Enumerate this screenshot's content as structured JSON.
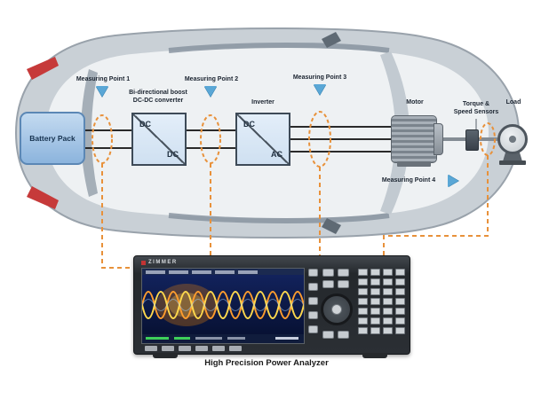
{
  "diagram": {
    "measuring_points": [
      {
        "label": "Measuring Point 1"
      },
      {
        "label": "Measuring Point 2"
      },
      {
        "label": "Measuring Point 3"
      },
      {
        "label": "Measuring Point 4"
      }
    ],
    "components": {
      "battery": {
        "label": "Battery Pack"
      },
      "converter": {
        "title_line1": "Bi-directional boost",
        "title_line2": "DC-DC converter",
        "input": "DC",
        "output": "DC"
      },
      "inverter": {
        "title": "Inverter",
        "input": "DC",
        "output": "AC"
      },
      "motor": {
        "label": "Motor"
      },
      "sensors": {
        "title_line1": "Torque &",
        "title_line2": "Speed Sensors"
      },
      "load": {
        "label": "Load"
      }
    },
    "analyzer": {
      "brand": "ZIMMER",
      "caption": "High Precision Power Analyzer"
    },
    "colors": {
      "accent_orange": "#E8913A",
      "marker_blue": "#5AA7D6",
      "component_fill": "#D9E7F4",
      "battery_fill": "#9FC3E6",
      "car_body": "#C9D0D6",
      "screen_blue": "#0E1C4E",
      "waveform_orange": "#FF9D2E",
      "waveform_yellow": "#FFD84D"
    }
  }
}
